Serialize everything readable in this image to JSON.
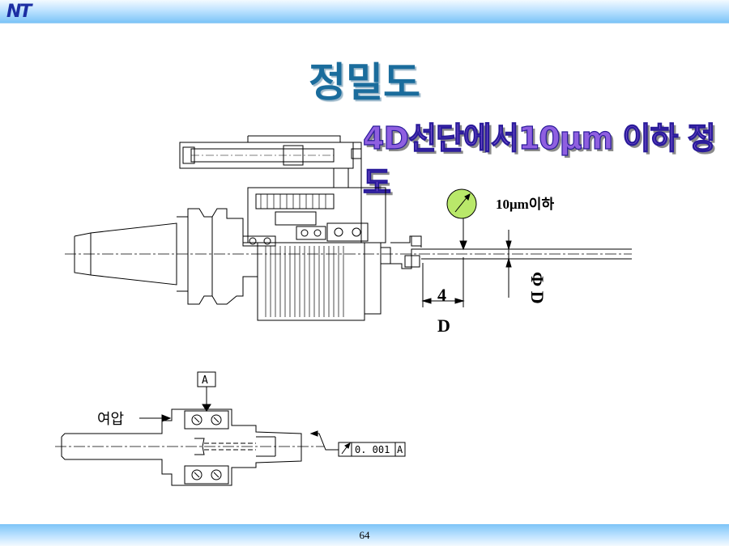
{
  "header": {
    "logo_text": "NT"
  },
  "title": "정밀도",
  "subtitle": "4D선단에서10μm 이하 정도",
  "diagram": {
    "gauge_label": "10μm이하",
    "length_value": "4",
    "length_unit": "D",
    "diameter_label": "Φ D",
    "datum_label": "A",
    "tolerance_value": "0. 001",
    "tolerance_datum": "A",
    "preload_label": "여압"
  },
  "colors": {
    "title": "#1a6c9c",
    "subtitle_fill": "#8f5fe0",
    "gauge": "#b9e86a"
  },
  "footer": {
    "page_number": "64"
  }
}
